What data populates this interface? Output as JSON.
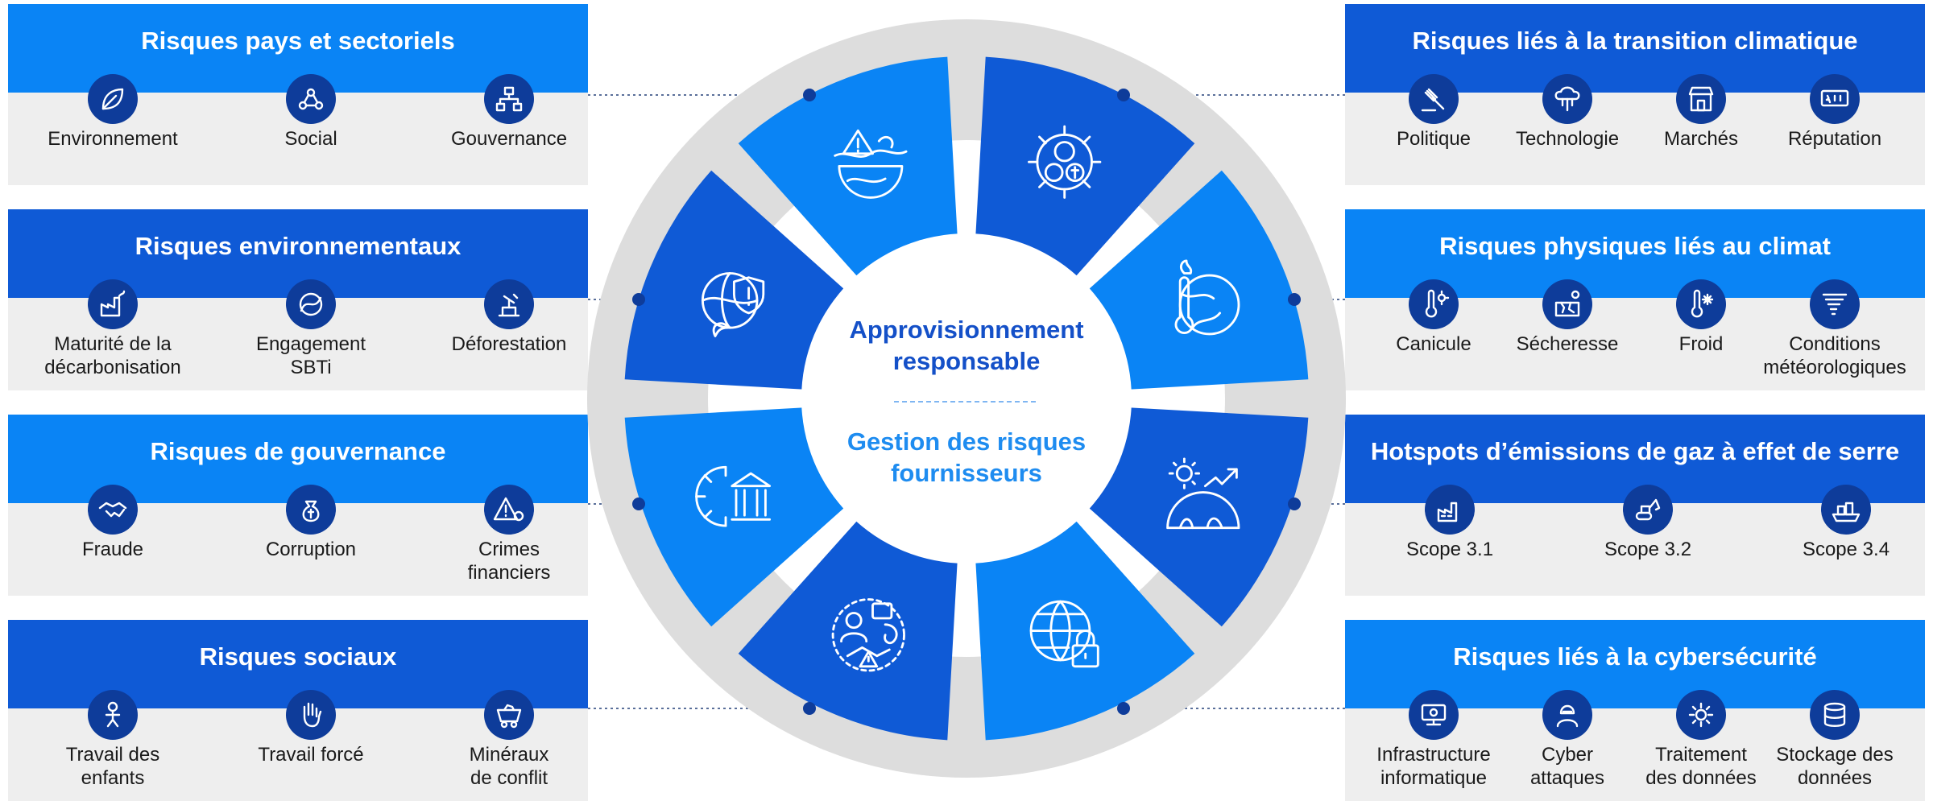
{
  "center": {
    "line1": "Approvisionnement",
    "line2": "responsable",
    "line3": "Gestion des risques",
    "line4": "fournisseurs"
  },
  "colors": {
    "bright_blue": "#0a84f5",
    "royal_blue": "#0f5ad6",
    "dark_blue": "#0e3c9a",
    "panel_bg": "#eeeeee",
    "gap_gray": "#dddddd",
    "center_title": "#1450c8",
    "center_subtitle": "#1e8cf0"
  },
  "panels_left": [
    {
      "title": "Risques pays et sectoriels",
      "header_color": "#0a84f5",
      "items": [
        {
          "label": [
            "Environnement"
          ],
          "icon": "leaf-icon"
        },
        {
          "label": [
            "Social"
          ],
          "icon": "people-network-icon"
        },
        {
          "label": [
            "Gouvernance"
          ],
          "icon": "org-chart-icon"
        }
      ]
    },
    {
      "title": "Risques environnementaux",
      "header_color": "#0f5ad6",
      "items": [
        {
          "label": [
            "Maturité de la",
            "décarbonisation"
          ],
          "icon": "factory-emissions-icon"
        },
        {
          "label": [
            "Engagement",
            "SBTi"
          ],
          "icon": "target-curve-icon"
        },
        {
          "label": [
            "Déforestation"
          ],
          "icon": "tree-stump-icon"
        }
      ]
    },
    {
      "title": "Risques de gouvernance",
      "header_color": "#0a84f5",
      "items": [
        {
          "label": [
            "Fraude"
          ],
          "icon": "handshake-icon"
        },
        {
          "label": [
            "Corruption"
          ],
          "icon": "money-bag-icon"
        },
        {
          "label": [
            "Crimes",
            "financiers"
          ],
          "icon": "warning-coins-icon"
        }
      ]
    },
    {
      "title": "Risques sociaux",
      "header_color": "#0f5ad6",
      "items": [
        {
          "label": [
            "Travail des",
            "enfants"
          ],
          "icon": "child-icon"
        },
        {
          "label": [
            "Travail forcé"
          ],
          "icon": "raised-hand-icon"
        },
        {
          "label": [
            "Minéraux",
            "de conflit"
          ],
          "icon": "mine-cart-icon"
        }
      ]
    }
  ],
  "panels_right": [
    {
      "title": "Risques liés à la transition climatique",
      "header_color": "#0f5ad6",
      "items": [
        {
          "label": [
            "Politique"
          ],
          "icon": "gavel-icon"
        },
        {
          "label": [
            "Technologie"
          ],
          "icon": "cloud-circuit-icon"
        },
        {
          "label": [
            "Marchés"
          ],
          "icon": "storefront-icon"
        },
        {
          "label": [
            "Réputation"
          ],
          "icon": "rating-stars-icon"
        }
      ]
    },
    {
      "title": "Risques physiques liés au climat",
      "header_color": "#0a84f5",
      "items": [
        {
          "label": [
            "Canicule"
          ],
          "icon": "thermometer-sun-icon"
        },
        {
          "label": [
            "Sécheresse"
          ],
          "icon": "drought-icon"
        },
        {
          "label": [
            "Froid"
          ],
          "icon": "thermometer-snow-icon"
        },
        {
          "label": [
            "Conditions",
            "météorologiques"
          ],
          "icon": "tornado-icon"
        }
      ]
    },
    {
      "title": "Hotspots d’émissions de gaz à effet de serre",
      "header_color": "#0f5ad6",
      "items": [
        {
          "label": [
            "Scope 3.1"
          ],
          "icon": "factory-icon"
        },
        {
          "label": [
            "Scope 3.2"
          ],
          "icon": "excavator-icon"
        },
        {
          "label": [
            "Scope 3.4"
          ],
          "icon": "ship-icon"
        }
      ]
    },
    {
      "title": "Risques liés à la cybersécurité",
      "header_color": "#0a84f5",
      "items": [
        {
          "label": [
            "Infrastructure",
            "informatique"
          ],
          "icon": "monitor-network-icon"
        },
        {
          "label": [
            "Cyber",
            "attaques"
          ],
          "icon": "hacker-icon"
        },
        {
          "label": [
            "Traitement",
            "des données"
          ],
          "icon": "gear-data-icon"
        },
        {
          "label": [
            "Stockage des",
            "données"
          ],
          "icon": "database-icon"
        }
      ]
    }
  ],
  "wheel_segments": [
    {
      "icon": "globe-shield-icon",
      "color": "#0f5ad6"
    },
    {
      "icon": "globe-warning-icon",
      "color": "#0a84f5"
    },
    {
      "icon": "gear-people-money-icon",
      "color": "#0f5ad6"
    },
    {
      "icon": "globe-thermometer-fire-icon",
      "color": "#0a84f5"
    },
    {
      "icon": "gauge-sun-arrow-icon",
      "color": "#0f5ad6"
    },
    {
      "icon": "globe-lock-icon",
      "color": "#0a84f5"
    },
    {
      "icon": "people-violation-icon",
      "color": "#0f5ad6"
    },
    {
      "icon": "gear-bank-icon",
      "color": "#0a84f5"
    }
  ]
}
